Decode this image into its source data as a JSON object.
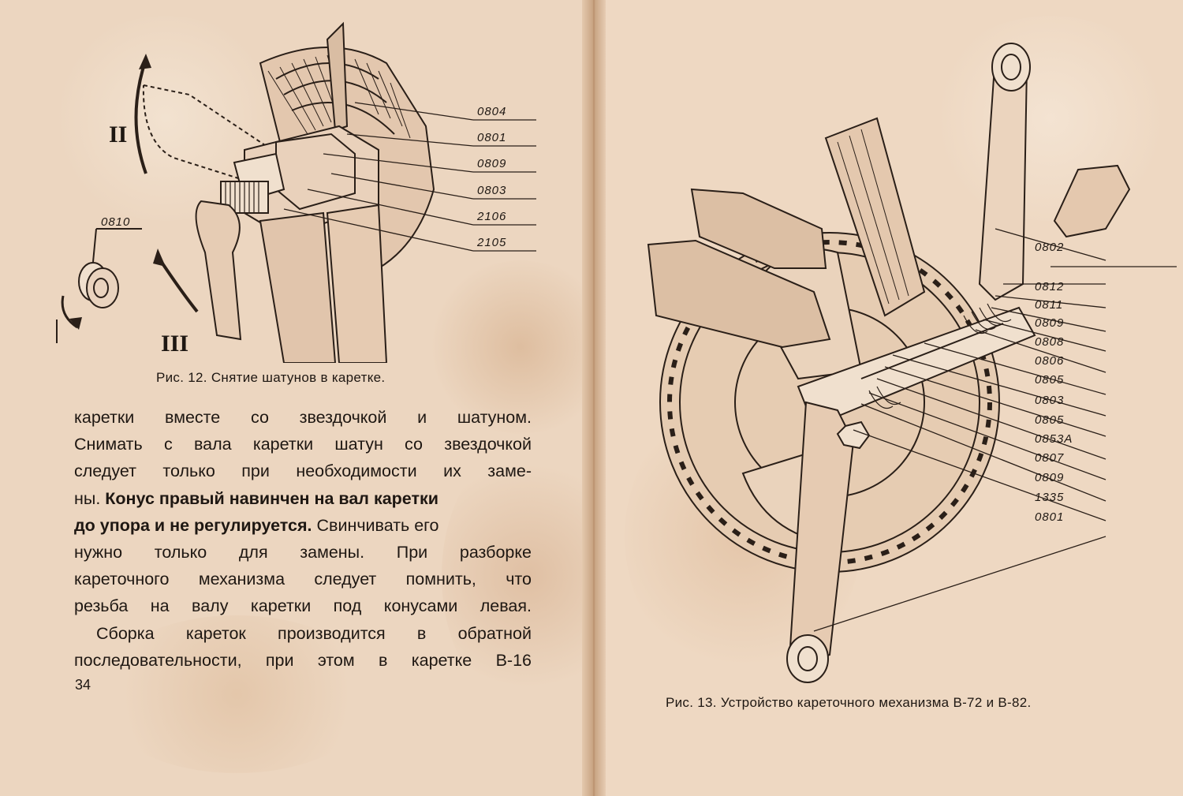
{
  "left_page": {
    "figure": {
      "caption": "Рис. 12. Снятие шатунов в каретке.",
      "roman_labels": [
        "II",
        "III"
      ],
      "part_labels": [
        "0804",
        "0801",
        "0809",
        "0803",
        "2106",
        "2105"
      ],
      "side_label": "0810"
    },
    "text_lines": [
      "каретки вместе со звездочкой и шатуном.",
      "Снимать с вала каретки шатун со звездочкой",
      "следует только при необходимости их заме-",
      "ны.",
      "Конус правый навинчен на вал каретки",
      "до упора и не регулируется.",
      "Свинчивать его",
      "нужно только для замены. При разборке",
      "кареточного механизма следует помнить, что",
      "резьба на валу каретки под конусами левая.",
      "Сборка кареток производится в обратной",
      "последовательности, при этом в каретке В-16"
    ],
    "page_number": "34"
  },
  "right_page": {
    "figure": {
      "caption": "Рис. 13. Устройство кареточного механизма В-72 и В-82.",
      "part_labels": [
        "0802",
        "0812",
        "0811",
        "0809",
        "0808",
        "0806",
        "0805",
        "0803",
        "0805",
        "0853А",
        "0807",
        "0809",
        "1335",
        "0801"
      ]
    }
  }
}
